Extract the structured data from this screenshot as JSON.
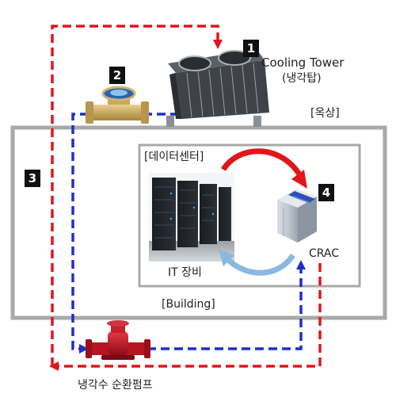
{
  "colors": {
    "hot_water": "#e0161b",
    "cold_water": "#1f2fc8",
    "boundary": "#a9a9a9",
    "air_hot": "#e0161b",
    "air_cold": "#8ab8e0"
  },
  "badges": {
    "cooling_tower": "1",
    "water_meter": "2",
    "building": "3",
    "crac": "4"
  },
  "labels": {
    "cooling_tower_en": "Cooling Tower",
    "cooling_tower_ko": "(냉각탑)",
    "rooftop": "[옥상]",
    "datacenter": "[데이터센터]",
    "it_equipment": "IT 장비",
    "crac": "CRAC",
    "building": "[Building]",
    "pump": "냉각수 순환펌프"
  },
  "icons": {
    "cooling_tower": "cooling-tower-icon",
    "water_meter": "water-meter-icon",
    "server_racks": "server-rack-icon",
    "crac": "crac-unit-icon",
    "pump": "pump-icon"
  }
}
